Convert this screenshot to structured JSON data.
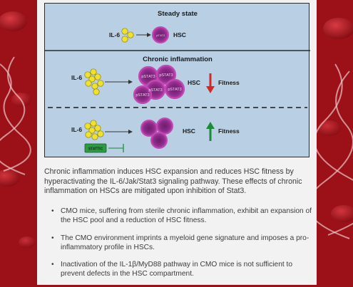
{
  "figure": {
    "steady_state_title": "Steady state",
    "chronic_title": "Chronic inflammation",
    "il6_label": "IL-6",
    "hsc_label": "HSC",
    "fitness_label": "Fitness",
    "pstat3_label": "pSTAT3",
    "inhibitor_label": "STATTIC",
    "colors": {
      "panel_bg": "#b9cfe3",
      "il6_yellow": "#f0e22a",
      "hsc_outer": "#a5329a",
      "hsc_inner": "#6a1e6e",
      "arrow_down": "#d12a24",
      "arrow_up": "#1c8a3a",
      "inhibitor_green": "#2e9a44"
    }
  },
  "caption": "Chronic inflammation induces HSC expansion and reduces HSC fitness by hyperactivating the IL-6/Jak/Stat3 signaling pathway. These effects of chronic inflammation on HSCs are mitigated upon inhibition of Stat3.",
  "bullets": [
    "CMO mice, suffering from sterile chronic inflammation, exhibit an expansion of the HSC pool and a reduction of HSC fitness.",
    "The CMO environment imprints a myeloid gene signature and imposes a pro-inflammatory profile in HSCs.",
    "Inactivation of the IL-1β/MyD88 pathway in CMO mice is not sufficient to prevent defects in the HSC compartment."
  ],
  "background_colors": {
    "page_red": "#9c1018",
    "card": "#f2f2f2",
    "text": "#3c3c3c"
  }
}
